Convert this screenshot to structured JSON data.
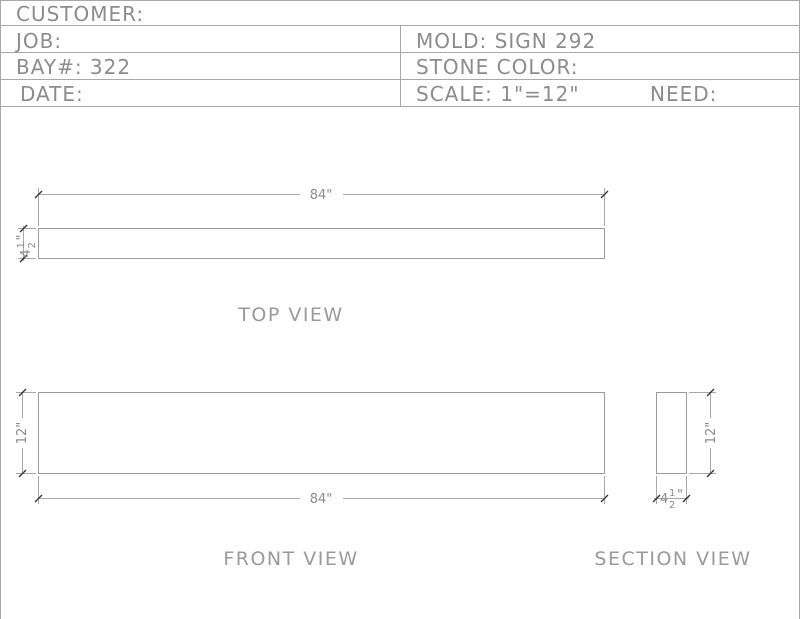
{
  "header": {
    "customer_label": "CUSTOMER:",
    "job_label": "JOB:",
    "mold_label": "MOLD: SIGN 292",
    "bay_label": "BAY#: 322",
    "stone_color_label": "STONE COLOR:",
    "date_label": "DATE:",
    "scale_label": "SCALE: 1\"=12\"",
    "need_label": "NEED:"
  },
  "views": {
    "top": {
      "title": "TOP VIEW",
      "length_dim": "84\"",
      "depth_whole": "4",
      "depth_num": "1",
      "depth_den": "2",
      "depth_inch": "\""
    },
    "front": {
      "title": "FRONT VIEW",
      "height_dim": "12\"",
      "length_dim": "84\""
    },
    "section": {
      "title": "SECTION VIEW",
      "height_dim": "12\"",
      "width_whole": "4",
      "width_num": "1",
      "width_den": "2",
      "width_inch": "\""
    }
  }
}
